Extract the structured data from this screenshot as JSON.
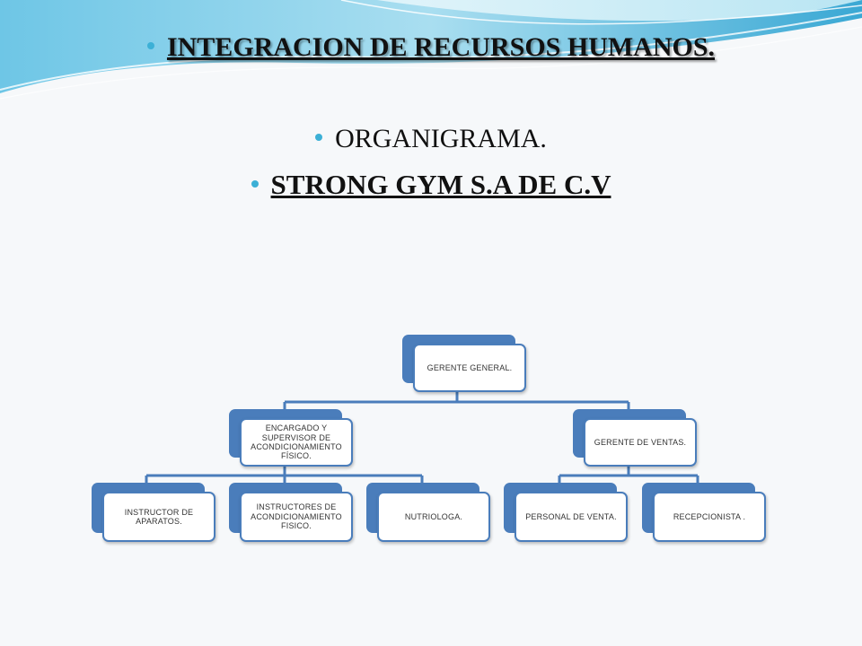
{
  "slide": {
    "bullets": [
      "INTEGRACION DE RECURSOS HUMANOS.",
      "ORGANIGRAMA.",
      "STRONG GYM S.A DE C.V"
    ]
  },
  "org_chart": {
    "root": "GERENTE GENERAL.",
    "level1": [
      "ENCARGADO Y SUPERVISOR DE ACONDICIONAMIENTO FÍSICO.",
      "GERENTE DE VENTAS."
    ],
    "level2_fitness": [
      "INSTRUCTOR DE APARATOS.",
      "INSTRUCTORES DE ACONDICIONAMIENTO FISICO.",
      "NUTRIOLOGA."
    ],
    "level2_sales": [
      "PERSONAL DE VENTA.",
      "RECEPCIONISTA ."
    ]
  },
  "colors": {
    "node_border": "#4a7dbb",
    "connector": "#4a7dbb",
    "bullet": "#3cb0d6"
  }
}
